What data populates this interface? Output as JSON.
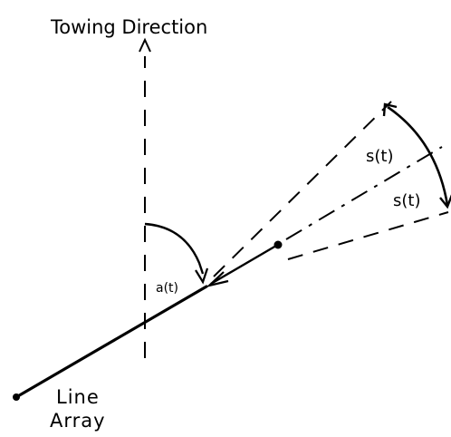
{
  "labels": {
    "towing_direction": "Towing Direction",
    "angle": "a(t)",
    "spread_upper": "s(t)",
    "spread_lower": "s(t)",
    "array_line1": "Line",
    "array_line2": "Array"
  },
  "colors": {
    "ink": "#000000",
    "background": "#ffffff"
  }
}
